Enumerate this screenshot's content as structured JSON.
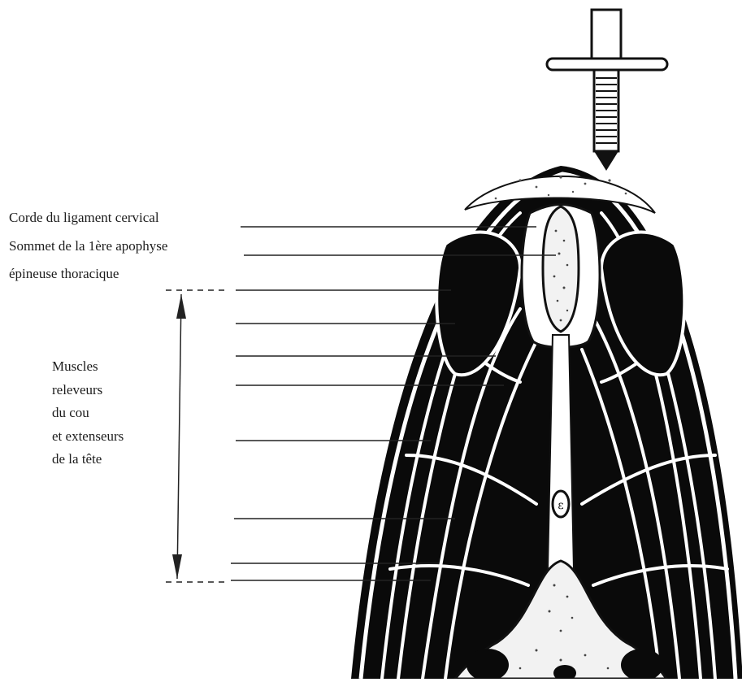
{
  "labels": {
    "corde": "Corde du ligament cervical",
    "sommet": "Sommet de la 1ère apophyse",
    "epineuse": "épineuse thoracique"
  },
  "muscles_group": {
    "lines": [
      "Muscles",
      "releveurs",
      "du cou",
      "et extenseurs",
      "de la tête"
    ]
  }
}
